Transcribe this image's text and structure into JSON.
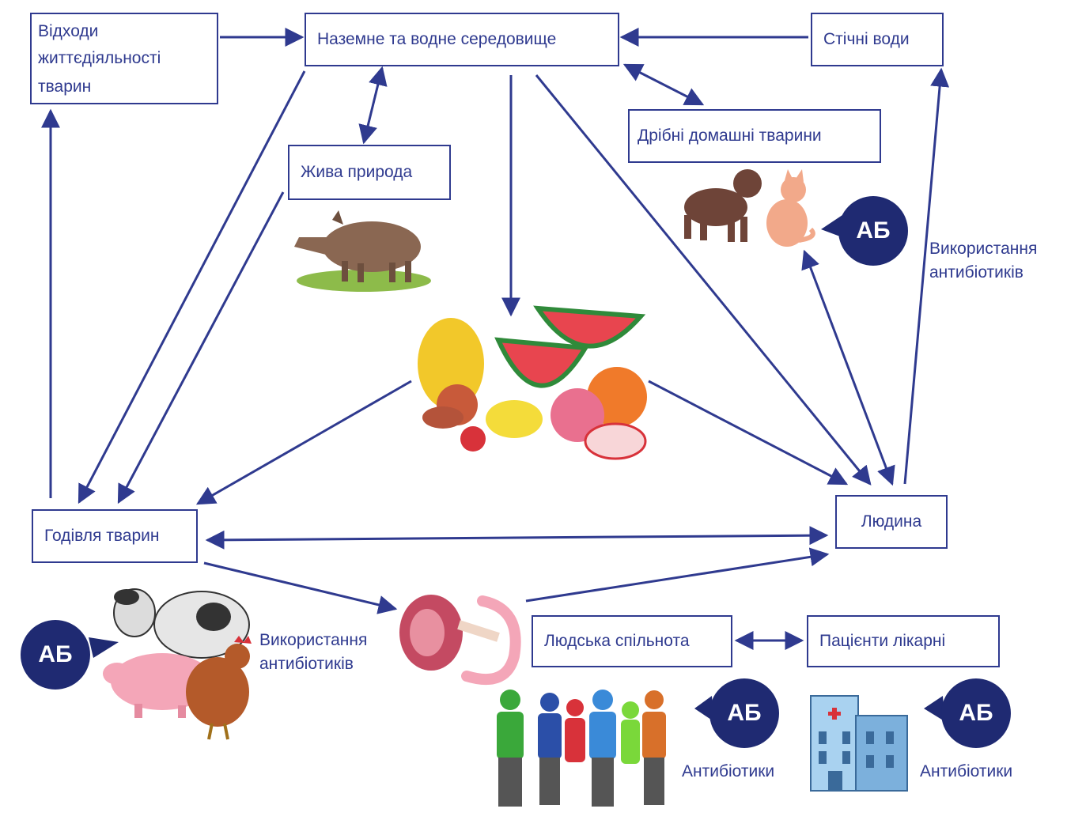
{
  "nodes": {
    "waste": [
      "Відходи",
      "життєдіяльності",
      "тварин"
    ],
    "environment": "Наземне та водне середовище",
    "wastewater": "Стічні води",
    "wildlife": "Жива природа",
    "pets": "Дрібні домашні тварини",
    "feeding": "Годівля тварин",
    "human": "Людина",
    "community": "Людська спільнота",
    "patients": "Пацієнти лікарні"
  },
  "labels": {
    "use_antibiotics_right": [
      "Використання",
      "антибіотиків"
    ],
    "use_antibiotics_farm": [
      "Використання",
      "антибіотиків"
    ],
    "antibiotics_people": "Антибіотики",
    "antibiotics_hospital": "Антибіотики"
  },
  "badges": {
    "pets": "АБ",
    "farm": "АБ",
    "people": "АБ",
    "hospital": "АБ"
  },
  "icons": [
    "boar-icon",
    "fruit-icon",
    "dog-icon",
    "cat-icon",
    "cow-icon",
    "pig-icon",
    "chicken-icon",
    "meat-icon",
    "people-icon",
    "hospital-icon"
  ],
  "colors": {
    "accent": "#2f3a8f",
    "badge": "#1f2a72"
  }
}
